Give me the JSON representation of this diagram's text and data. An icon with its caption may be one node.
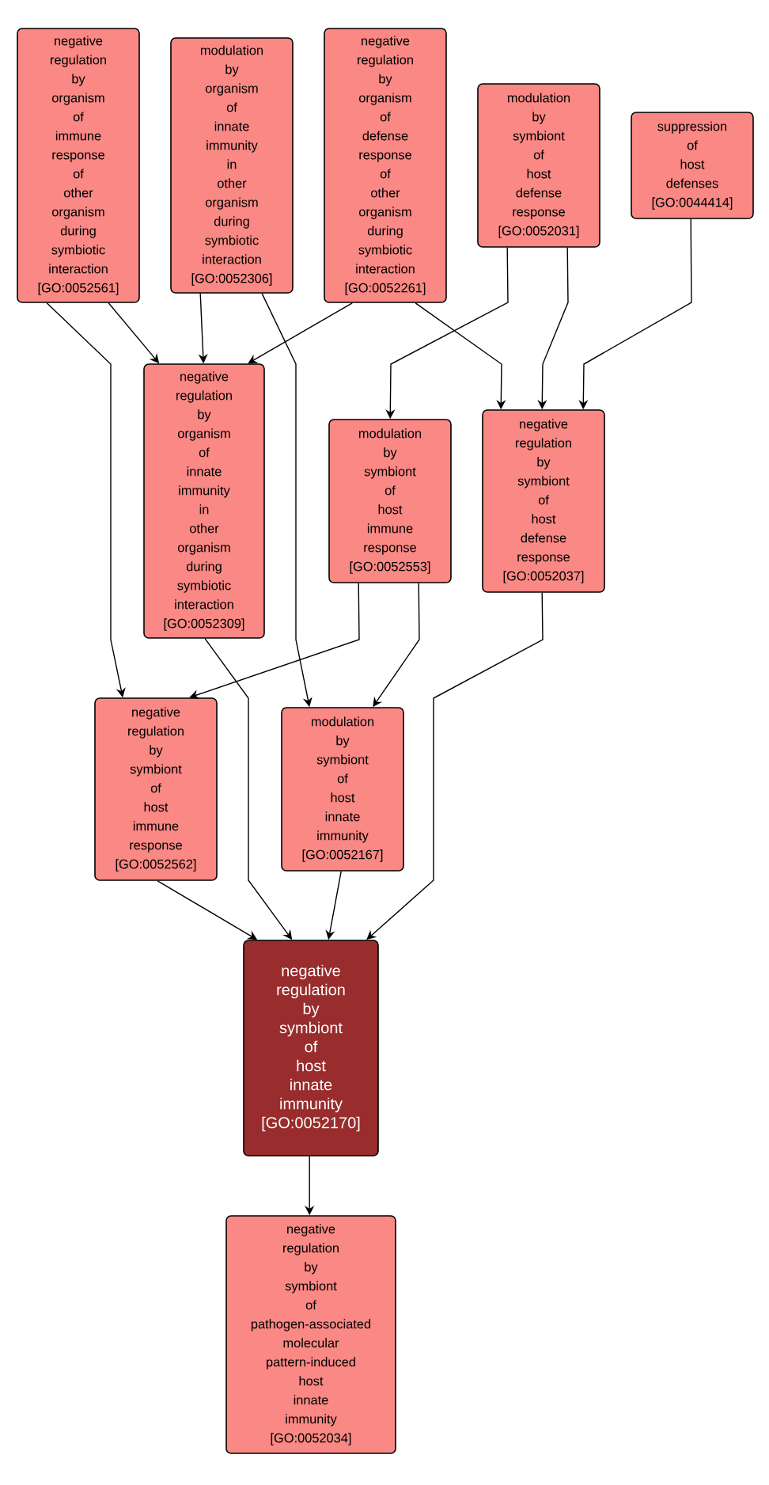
{
  "diagram": {
    "nodes": [
      {
        "text": [
          "negative regulation by organism of immune response of other organism during symbiotic interaction [GO:0052561]"
        ]
      },
      {
        "text": [
          "modulation by organism of innate immunity in other organism during symbiotic interaction [GO:0052306]"
        ]
      },
      {
        "text": [
          "negative regulation by organism of defense response of other organism during symbiotic interaction [GO:0052261]"
        ]
      },
      {
        "text": [
          "modulation by symbiont of host defense response [GO:0052031]"
        ]
      },
      {
        "text": [
          "suppression of host defenses [GO:0044414]"
        ]
      },
      {
        "text": [
          "negative regulation by organism of innate immunity in other organism during symbiotic interaction [GO:0052309]"
        ]
      },
      {
        "text": [
          "modulation by symbiont of host immune response [GO:0052553]"
        ]
      },
      {
        "text": [
          "negative regulation by symbiont of host defense response [GO:0052037]"
        ]
      },
      {
        "text": [
          "negative regulation by symbiont of host immune response [GO:0052562]"
        ]
      },
      {
        "text": [
          "modulation by symbiont of host innate immunity [GO:0052167]"
        ]
      },
      {
        "text": [
          "negative regulation by symbiont of host innate immunity [GO:0052170]"
        ]
      },
      {
        "text": [
          "negative regulation by symbiont of pathogen-associated molecular pattern-induced host innate immunity [GO:0052034]"
        ]
      }
    ],
    "edges": [
      {
        "from": 0,
        "to": 5,
        "arrow": "to"
      },
      {
        "from": 0,
        "to": 8,
        "arrow": "to"
      },
      {
        "from": 1,
        "to": 5,
        "arrow": "to"
      },
      {
        "from": 1,
        "to": 9,
        "arrow": "to"
      },
      {
        "from": 2,
        "to": 5,
        "arrow": "to"
      },
      {
        "from": 2,
        "to": 7,
        "arrow": "to"
      },
      {
        "from": 3,
        "to": 6,
        "arrow": "to"
      },
      {
        "from": 3,
        "to": 7,
        "arrow": "to"
      },
      {
        "from": 4,
        "to": 7,
        "arrow": "to"
      },
      {
        "from": 5,
        "to": 10,
        "arrow": "to"
      },
      {
        "from": 6,
        "to": 8,
        "arrow": "to"
      },
      {
        "from": 6,
        "to": 9,
        "arrow": "to"
      },
      {
        "from": 7,
        "to": 10,
        "arrow": "to"
      },
      {
        "from": 8,
        "to": 10,
        "arrow": "to"
      },
      {
        "from": 9,
        "to": 10,
        "arrow": "to"
      },
      {
        "from": 10,
        "to": 11,
        "arrow": "to"
      }
    ]
  }
}
